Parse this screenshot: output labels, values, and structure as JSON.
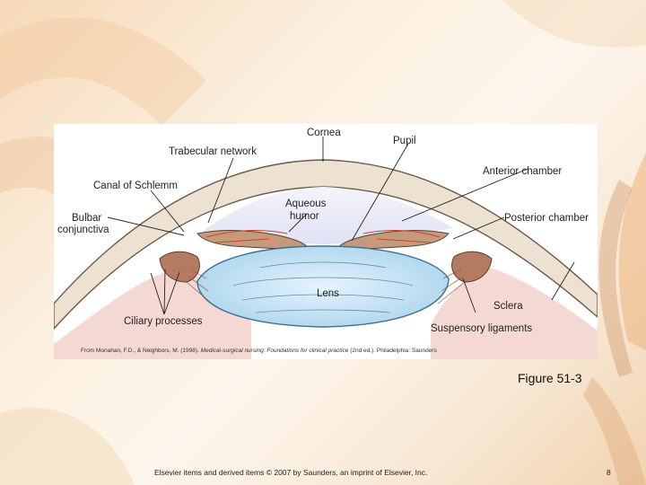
{
  "figure": {
    "labels": {
      "cornea": "Cornea",
      "trabecular": "Trabecular network",
      "pupil": "Pupil",
      "anterior_chamber": "Anterior chamber",
      "canal": "Canal of Schlemm",
      "aqueous_1": "Aqueous",
      "aqueous_2": "humor",
      "bulbar_1": "Bulbar",
      "bulbar_2": "conjunctiva",
      "posterior_chamber": "Posterior chamber",
      "lens": "Lens",
      "sclera": "Sclera",
      "ciliary": "Ciliary processes",
      "suspensory": "Suspensory ligaments"
    },
    "credit_pre": "From Monahan, F.D., & Neighbors, M. (1998).",
    "credit_title": "Medical-surgical nursing: Foundations for clinical practice",
    "credit_post": "(2nd ed.). Philadelphia: Saunders",
    "caption": "Figure 51-3"
  },
  "footer": {
    "copyright": "Elsevier items and derived items © 2007 by Saunders, an imprint of Elsevier, Inc.",
    "page_number": "8"
  }
}
